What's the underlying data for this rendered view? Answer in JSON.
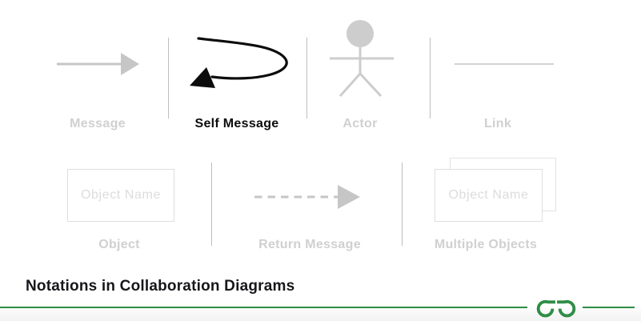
{
  "panel": {
    "top_row": [
      {
        "label": "Message"
      },
      {
        "label": "Self Message"
      },
      {
        "label": "Actor"
      },
      {
        "label": "Link"
      }
    ],
    "bottom_row": [
      {
        "label": "Object",
        "box_text": "Object Name"
      },
      {
        "label": "Return Message"
      },
      {
        "label": "Multiple Objects",
        "box_text": "Object Name"
      }
    ]
  },
  "footer": {
    "title": "Notations in Collaboration Diagrams"
  },
  "colors": {
    "brand_green": "#2f8d46",
    "muted_icon_gray": "#c6c6c6",
    "label_gray": "#d0d0d0",
    "highlight_black": "#0c0c0c"
  }
}
